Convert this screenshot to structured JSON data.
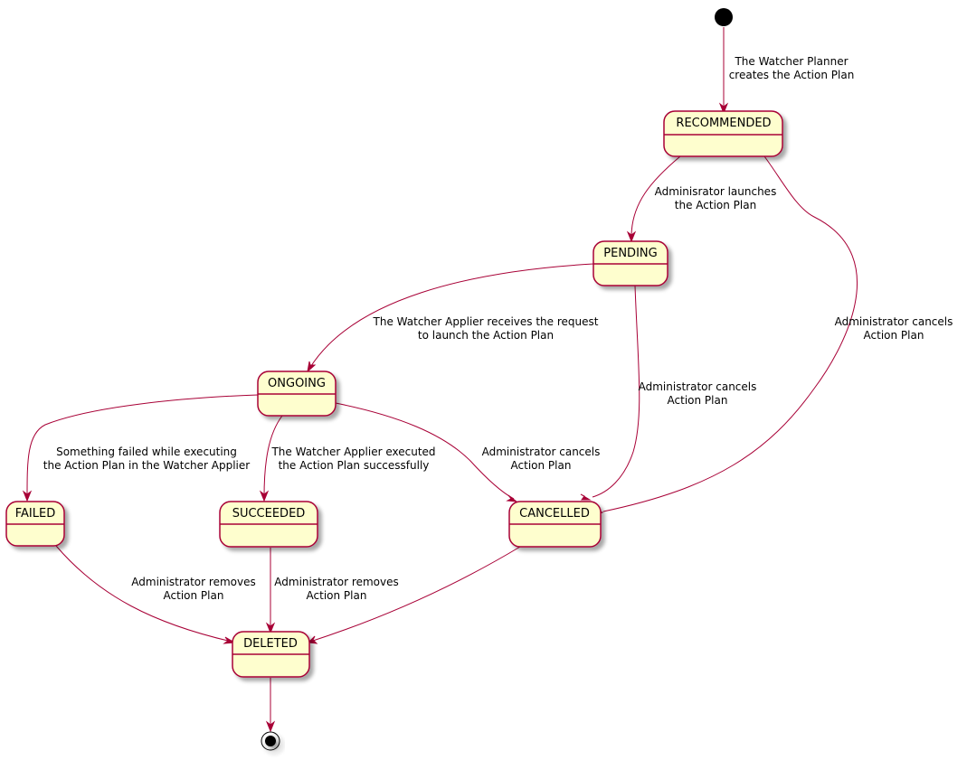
{
  "colors": {
    "state_fill": "#FEFECE",
    "state_border": "#A80036",
    "edge": "#A80036",
    "text": "#000000",
    "background": "#FFFFFF"
  },
  "states": {
    "recommended": "RECOMMENDED",
    "pending": "PENDING",
    "ongoing": "ONGOING",
    "failed": "FAILED",
    "succeeded": "SUCCEEDED",
    "cancelled": "CANCELLED",
    "deleted": "DELETED"
  },
  "transitions": {
    "start_to_recommended": [
      "The Watcher Planner",
      "creates the Action Plan"
    ],
    "recommended_to_pending": [
      "Adminisrator launches",
      "the Action Plan"
    ],
    "recommended_to_cancelled": [
      "Administrator cancels",
      "Action Plan"
    ],
    "pending_to_ongoing": [
      "The Watcher Applier receives the request",
      "to launch the Action Plan"
    ],
    "pending_to_cancelled": [
      "Administrator cancels",
      "Action Plan"
    ],
    "ongoing_to_failed": [
      "Something failed while executing",
      "the Action Plan in the Watcher Applier"
    ],
    "ongoing_to_succeeded": [
      "The Watcher Applier executed",
      "the Action Plan successfully"
    ],
    "ongoing_to_cancelled": [
      "Administrator cancels",
      "Action Plan"
    ],
    "failed_to_deleted": [
      "Administrator removes",
      "Action Plan"
    ],
    "succeeded_to_deleted": [
      "Administrator removes",
      "Action Plan"
    ]
  }
}
